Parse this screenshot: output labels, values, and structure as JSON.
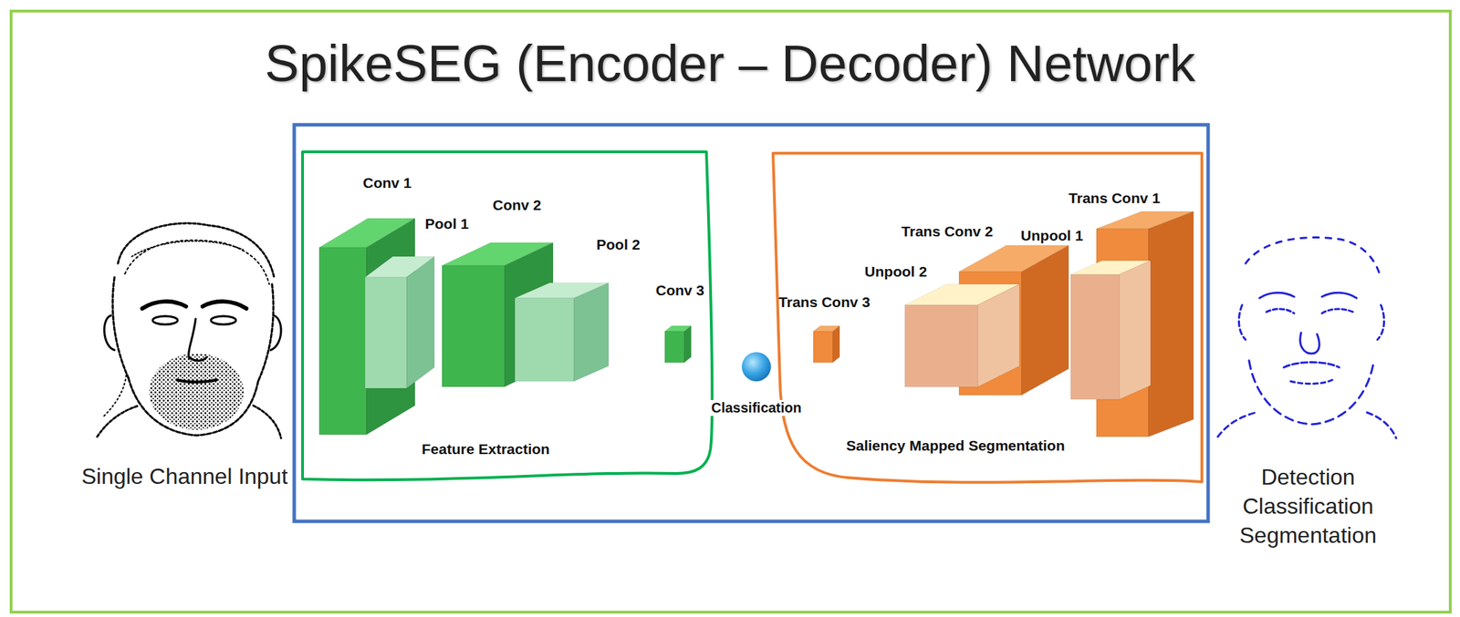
{
  "diagram": {
    "title": "SpikeSEG (Encoder – Decoder) Network",
    "nodes": [
      {
        "text": [
          "Feature Extraction"
        ]
      },
      {
        "text": [
          "Conv 1"
        ],
        "in": 0
      },
      {
        "text": [
          "Pool 1"
        ],
        "in": 0
      },
      {
        "text": [
          "Conv 2"
        ],
        "in": 0
      },
      {
        "text": [
          "Pool 2"
        ],
        "in": 0
      },
      {
        "text": [
          "Conv 3"
        ],
        "in": 0
      },
      {
        "text": [
          "Classification"
        ]
      },
      {
        "text": [
          "Saliency Mapped Segmentation"
        ]
      },
      {
        "text": [
          "Trans Conv 3"
        ],
        "in": 7
      },
      {
        "text": [
          "Unpool 2"
        ],
        "in": 7
      },
      {
        "text": [
          "Trans Conv 2"
        ],
        "in": 7
      },
      {
        "text": [
          "Unpool 1"
        ],
        "in": 7
      },
      {
        "text": [
          "Trans Conv 1"
        ],
        "in": 7
      }
    ],
    "labels": [
      "Single Channel Input",
      "Detection Classification Segmentation"
    ]
  }
}
